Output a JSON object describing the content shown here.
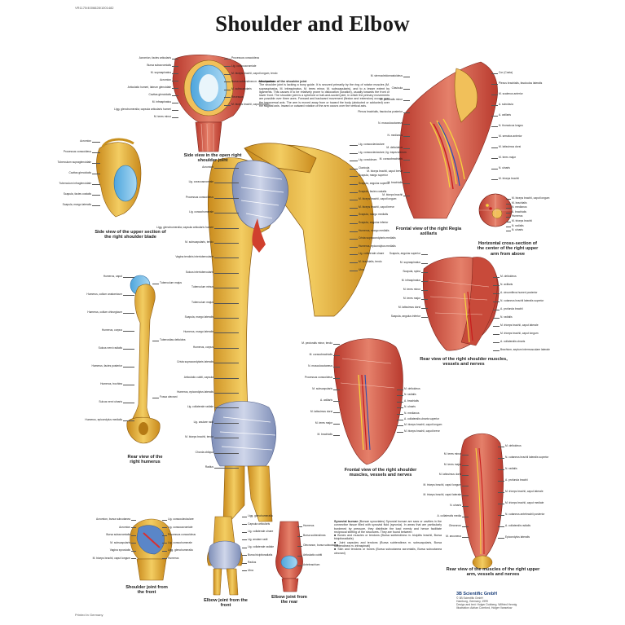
{
  "header": {
    "code": "VR1170/4006628/1001482",
    "title": "Shoulder and Elbow"
  },
  "captions": {
    "side_open": "Side view in the open right shoulder joint",
    "side_blade": "Side view of the upper section of the right shoulder blade",
    "rear_humerus": "Rear view of the right humerus",
    "regia_axillaris": "Frontal view of the right Regia axillaris",
    "cross_section": "Horizontal cross-section of the center of the right upper arm from above",
    "rear_muscles": "Rear view of the right shoulder muscles, vessels and nerves",
    "frontal_muscles": "Frontal view of the right shoulder muscles, vessels and nerves",
    "shoulder_front": "Shoulder joint from the front",
    "elbow_front": "Elbow joint from the front",
    "elbow_rear": "Elbow joint from the rear",
    "upper_arm_rear": "Rear view of the muscles of the right upper arm, vessels and nerves"
  },
  "mechanism": {
    "heading": "Mechanism of the shoulder joint",
    "body": "The shoulder joint is lacking a bony guide. It is secured primarily by the ring of rotator muscles (M. supraspinatus, M. infraspinatus, M. teres minor, M. subscapularis), and to a lesser extent by ligaments. This causes it to be relatively prone to dislocation (luxation), usually towards the front or lower front. The shoulder joint is a spheroid or ball-and-socket joint, in which the primary movements are possible over three axes. Forward and backward movement (flexion and extension) occurs over the transversal axis. The arm is moved away from or toward the body (abducted or adducted) over the sagittal axis. Inward or outward rotation of the arm occurs over the vertical axis."
  },
  "bursae": {
    "heading": "Synovial bursae",
    "body": "(Bursae synoviales) Synovial bursae are sacs or cavities in the connective tissue filled with synovial fluid (synovia). In areas that are particularly burdened by pressure, they distribute the load evenly and hence facilitate reciprocal shifting of the structures. They are found between:",
    "items": [
      "Bones and muscles or tendons (Bursa subtendinea m. bicipitis brachii, Bursa bicipitoradialis)",
      "Joint capsules and tendons (Bursa subtendinea m. subscapularis, Bursa subtendinea m. infraspinati)",
      "Skin and tendons or bones (Bursa subcutanea acromialis, Bursa subcutanea olecrani)"
    ]
  },
  "publisher": {
    "logo": "3B Scientific GmbH",
    "lines": [
      "© 3B Scientific GmbH",
      "Hamburg, Germany, 1999",
      "Design and text: Holger Dobberg, Wilfried Hennig",
      "Illustration: Adrian Cornford, Holger Vanselow"
    ]
  },
  "printed": "Printed in Germany",
  "labels": {
    "side_open_left": [
      "Acromion, facies articularis",
      "Bursa subacromialis",
      "M. supraspinatus",
      "Acromion",
      "Articulatio humeri, labrum glenoidale",
      "Cavitas glenoidalis",
      "M. infraspinatus",
      "Ligg. glenohumeralia; capsula articularis humeri",
      "M. teres minor"
    ],
    "side_open_right": [
      "Processus coracoideus",
      "Lig. coracoacromiale",
      "M. biceps brachii, caput longum, tendo",
      "Bursa subtendinea m. subscapularis",
      "M. subscapularis",
      "Recessus",
      "M. biceps brachii, caput longum"
    ],
    "blade": [
      "Acromion",
      "Processus coracoideus",
      "Tuberculum supraglenoidale",
      "Cavitas glenoidalis",
      "Tuberculum infraglenoidale",
      "Scapula, facies costalis",
      "Scapula, margo lateralis"
    ],
    "humerus_left": [
      "Humerus, caput",
      "Humerus, collum anatomicum",
      "Humerus, collum chirurgicum",
      "Humerus, corpus",
      "Sulcus nervi radialis",
      "Humerus, facies posterior",
      "Humerus, trochlea",
      "Sulcus nervi ulnaris",
      "Humerus, epicondylus medialis"
    ],
    "humerus_right": [
      "Tuberculum majus",
      "Tuberositas deltoidea",
      "Fossa olecrani"
    ],
    "center_left": [
      "Acromion",
      "Lig. coracoacromiale",
      "Processus coracoideus",
      "Lig. coracohumerale",
      "Ligg. glenohumeralia; capsula articularis humeri",
      "M. subscapularis, tendo",
      "Vagina tendinis intertubercularis",
      "Sulcus intertubercularis",
      "Tuberculum minus",
      "Tuberculum majus",
      "Scapula, margo lateralis",
      "Humerus, margo lateralis",
      "Humerus, corpus",
      "Crista supracondylaris lateralis",
      "Articulatio cubiti, capsula",
      "Humerus, epicondylus lateralis",
      "Lig. collaterale radiale",
      "Lig. anulare radii",
      "M. biceps brachii, tendo",
      "Chorda obliqua",
      "Radius"
    ],
    "center_right": [
      "Lig. coracoclaviculare",
      "Lig. coracoclaviculare, lig. trapezoideum",
      "Lig. conoideum",
      "Clavicula",
      "Scapula, margo superior",
      "Scapula, angulus superior",
      "Scapula, facies costalis",
      "M. biceps brachii, caput longum",
      "M. biceps brachii, caput breve",
      "Scapula, margo medialis",
      "Scapula, angulus inferior",
      "Humerus, margo medialis",
      "Crista supracondylaris medialis",
      "Humerus, epicondylus medialis",
      "Lig. collaterale ulnare",
      "M. brachialis, tendo",
      "Ulna"
    ],
    "axillaris_left": [
      "M. sternocleidomastoideus",
      "Clavicula",
      "M. pectoralis minor",
      "Plexus brachialis, fasciculus posterior",
      "N. musculocutaneus",
      "N. medianus",
      "M. deltoideus",
      "M. coracobrachialis",
      "M. biceps brachii, caput breve",
      "M. brachialis",
      "M. biceps brachii"
    ],
    "axillaris_right": [
      "Cor (Costa)",
      "Plexus brachialis, fasciculus lateralis",
      "M. scalenus anterior",
      "A. subclavia",
      "A. axillaris",
      "N. thoracicus longus",
      "M. serratus anterior",
      "M. latissimus dorsi",
      "M. teres major",
      "N. ulnaris",
      "M. triceps brachii"
    ],
    "cross": [
      "M. biceps brachii, caput longum",
      "M. brachialis",
      "N. medianus",
      "A. brachialis",
      "Humerus",
      "M. triceps brachii",
      "N. radialis",
      "N. ulnaris"
    ],
    "rear_left": [
      "Scapula, angulus superior",
      "M. supraspinatus",
      "Scapula, spina",
      "M. infraspinatus",
      "M. teres minor",
      "M. teres major",
      "M. latissimus dorsi",
      "Scapula, angulus inferior"
    ],
    "rear_right": [
      "M. deltoideus",
      "N. axillaris",
      "A. circumflexa humeri posterior",
      "N. cutaneus brachii lateralis superior",
      "A. profunda brachii",
      "N. radialis",
      "M. triceps brachii, caput laterale",
      "M. triceps brachii, caput longum",
      "A. collateralis ulnaris",
      "Brachium, septum intermusculare laterale"
    ],
    "frontal_left": [
      "M. pectoralis minor, tendo",
      "M. coracobrachialis",
      "N. musculocutaneus",
      "Processus coracoideus",
      "M. subscapularis",
      "A. axillaris",
      "M. latissimus dorsi",
      "M. teres major",
      "M. brachialis"
    ],
    "frontal_right": [
      "M. deltoideus",
      "N. radialis",
      "A. brachialis",
      "N. ulnaris",
      "N. medianus",
      "A. collateralis ulnaris superior",
      "M. biceps brachii, caput longum",
      "M. biceps brachii, caput breve"
    ],
    "arm_rear_left": [
      "M. teres minor",
      "M. teres major",
      "M. latissimus dorsi",
      "M. triceps brachii, caput longum",
      "M. triceps brachii, caput laterale",
      "N. ulnaris",
      "A. collateralis media",
      "Olecranon",
      "M. anconeus"
    ],
    "arm_rear_right": [
      "M. deltoideus",
      "N. cutaneus brachii lateralis superior",
      "N. radialis",
      "A. profunda brachii",
      "M. triceps brachii, caput laterale",
      "M. triceps brachii, caput mediale",
      "N. cutaneus antebrachii posterior",
      "A. collateralis radialis",
      "Epicondylus lateralis"
    ],
    "joint_front_left": [
      "Acromion, bursa subcutanea",
      "Acromion",
      "Bursa subacromialis",
      "M. subscapularis",
      "Vagina synovialis",
      "M. biceps brachii, caput longum"
    ],
    "joint_front_right": [
      "Lig. coracoclaviculare",
      "Lig. coracoacromiale",
      "Processus coracoideus",
      "Lig. coracohumerale",
      "Ligg. glenohumeralia",
      "Humerus"
    ],
    "elbow_front": [
      "Ligg. glenohumeralia",
      "Capsula articularis",
      "Lig. collaterale ulnare",
      "Lig. anulare radii",
      "Lig. collaterale radiale",
      "Bursa bicipitoradialis",
      "Radius",
      "Ulna"
    ],
    "elbow_rear": [
      "Humerus",
      "Bursa subtendinea",
      "Olecranon, bursa subcutanea",
      "Articulatio cubiti",
      "Antebrachium"
    ]
  }
}
